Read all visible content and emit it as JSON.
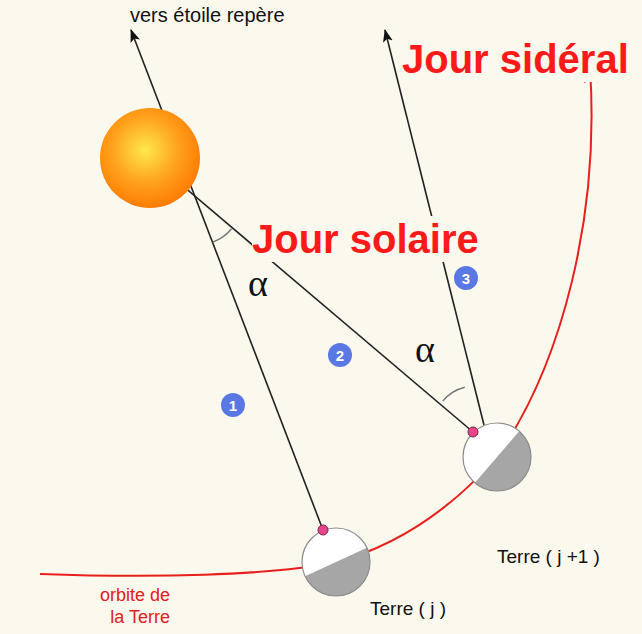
{
  "diagram": {
    "nodes": [
      {
        "text": [
          "1"
        ]
      },
      {
        "text": [
          "2"
        ]
      },
      {
        "text": [
          "3"
        ]
      }
    ],
    "labels": [
      "vers étoile repère",
      "Jour sidéral",
      "Jour solaire",
      "α",
      "α",
      "Terre ( j +1 )",
      "orbite de la Terre",
      "Terre ( j )"
    ]
  }
}
